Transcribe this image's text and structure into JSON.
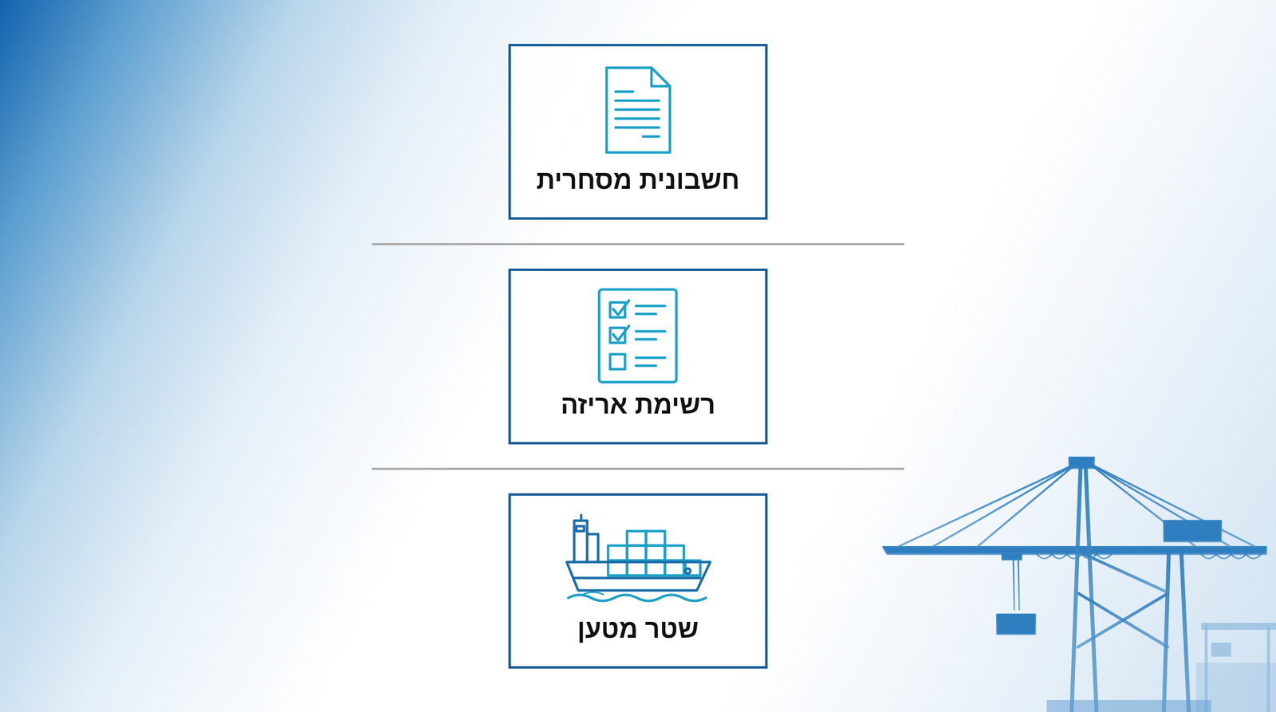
{
  "diagram": {
    "nodes": [
      {
        "text": [
          "חשבונית מסחרית"
        ]
      },
      {
        "text": [
          "רשימת אריזה"
        ]
      },
      {
        "text": [
          "שטר מטען"
        ]
      }
    ]
  }
}
